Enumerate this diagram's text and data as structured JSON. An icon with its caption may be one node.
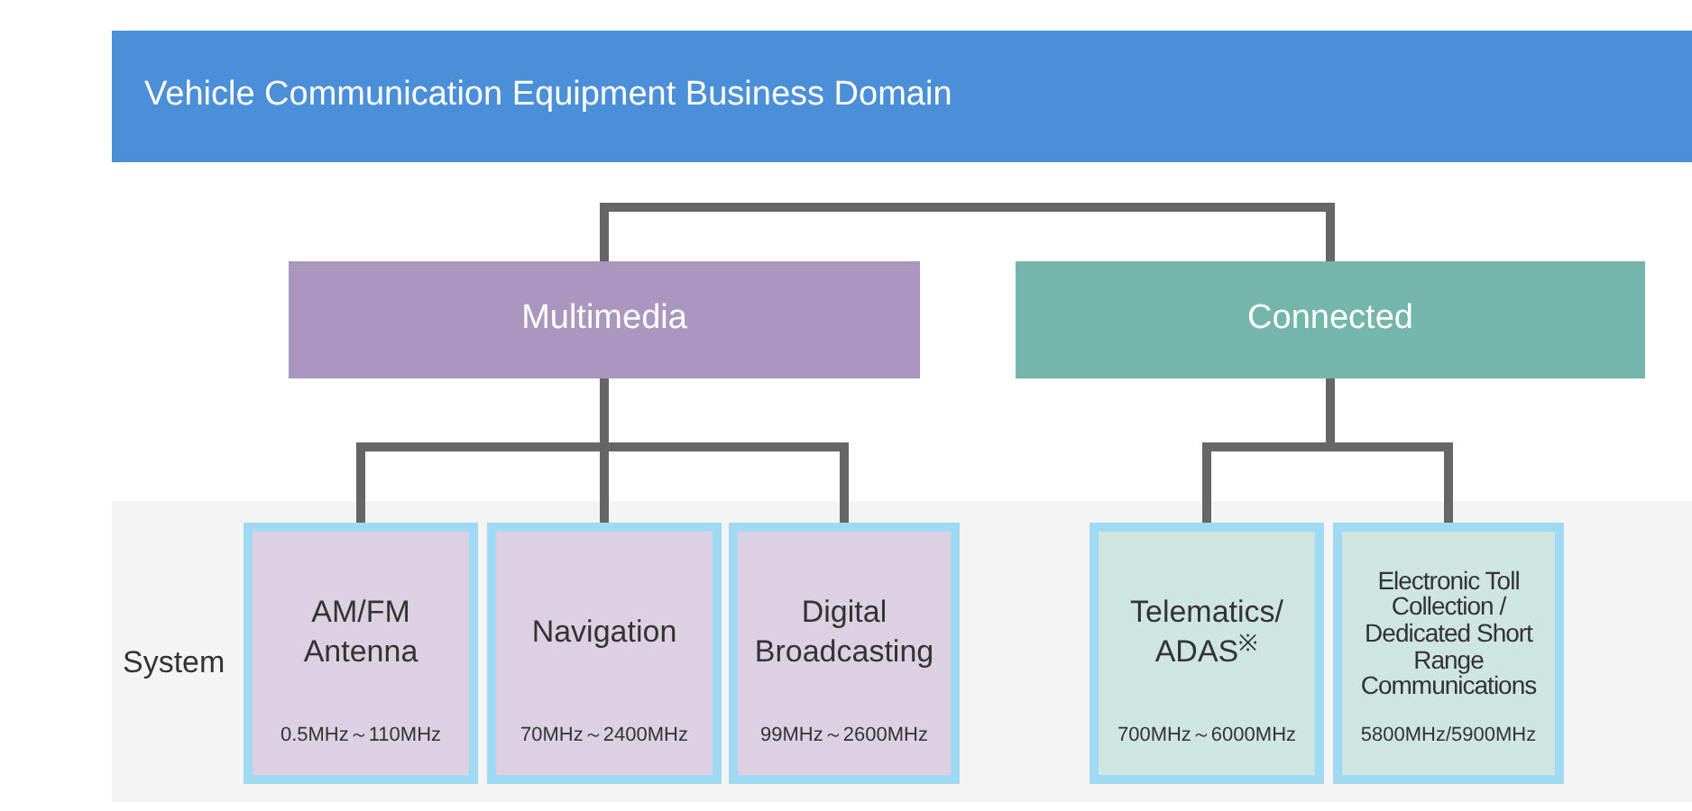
{
  "diagram": {
    "title": "Vehicle Communication Equipment Business Domain",
    "nodes": [
      {
        "text": [
          "Multimedia"
        ]
      },
      {
        "text": [
          "Connected"
        ]
      },
      {
        "text": [
          "AM/FM Antenna",
          "0.5MHz～110MHz"
        ]
      },
      {
        "text": [
          "Navigation",
          "70MHz～2400MHz"
        ]
      },
      {
        "text": [
          "Digital Broadcasting",
          "99MHz～2600MHz"
        ]
      },
      {
        "text": [
          "Telematics/ ADAS$^{※}$",
          "700MHz～6000MHz"
        ]
      },
      {
        "text": [
          "Electronic Toll Collection / Dedicated Short Range Communications",
          "5800MHz/5900MHz"
        ]
      }
    ],
    "edges": [
      {
        "from": 0,
        "to": 1,
        "arrow": "none"
      },
      {
        "from": 0,
        "to": 2,
        "arrow": "none"
      },
      {
        "from": 0,
        "to": 3,
        "arrow": "none"
      },
      {
        "from": 0,
        "to": 4,
        "arrow": "none"
      },
      {
        "from": 1,
        "to": 5,
        "arrow": "none"
      },
      {
        "from": 1,
        "to": 6,
        "arrow": "none"
      }
    ],
    "labels": [
      "System"
    ]
  }
}
